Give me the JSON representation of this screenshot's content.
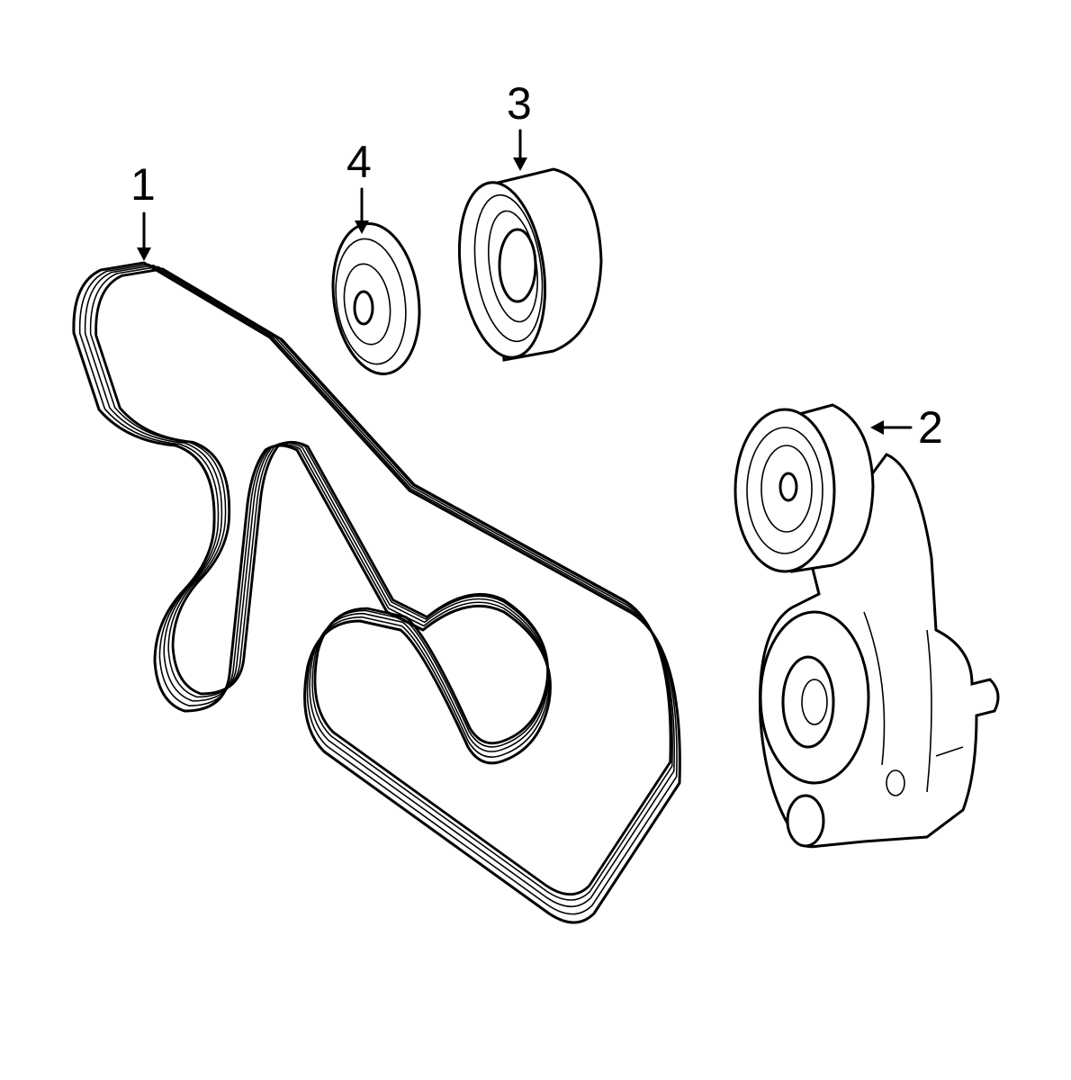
{
  "diagram": {
    "callouts": [
      {
        "number": "1",
        "part": "belt"
      },
      {
        "number": "2",
        "part": "tensioner"
      },
      {
        "number": "3",
        "part": "idler-pulley-large"
      },
      {
        "number": "4",
        "part": "idler-pulley-small"
      }
    ],
    "line_color": "#000000",
    "background": "#ffffff"
  }
}
